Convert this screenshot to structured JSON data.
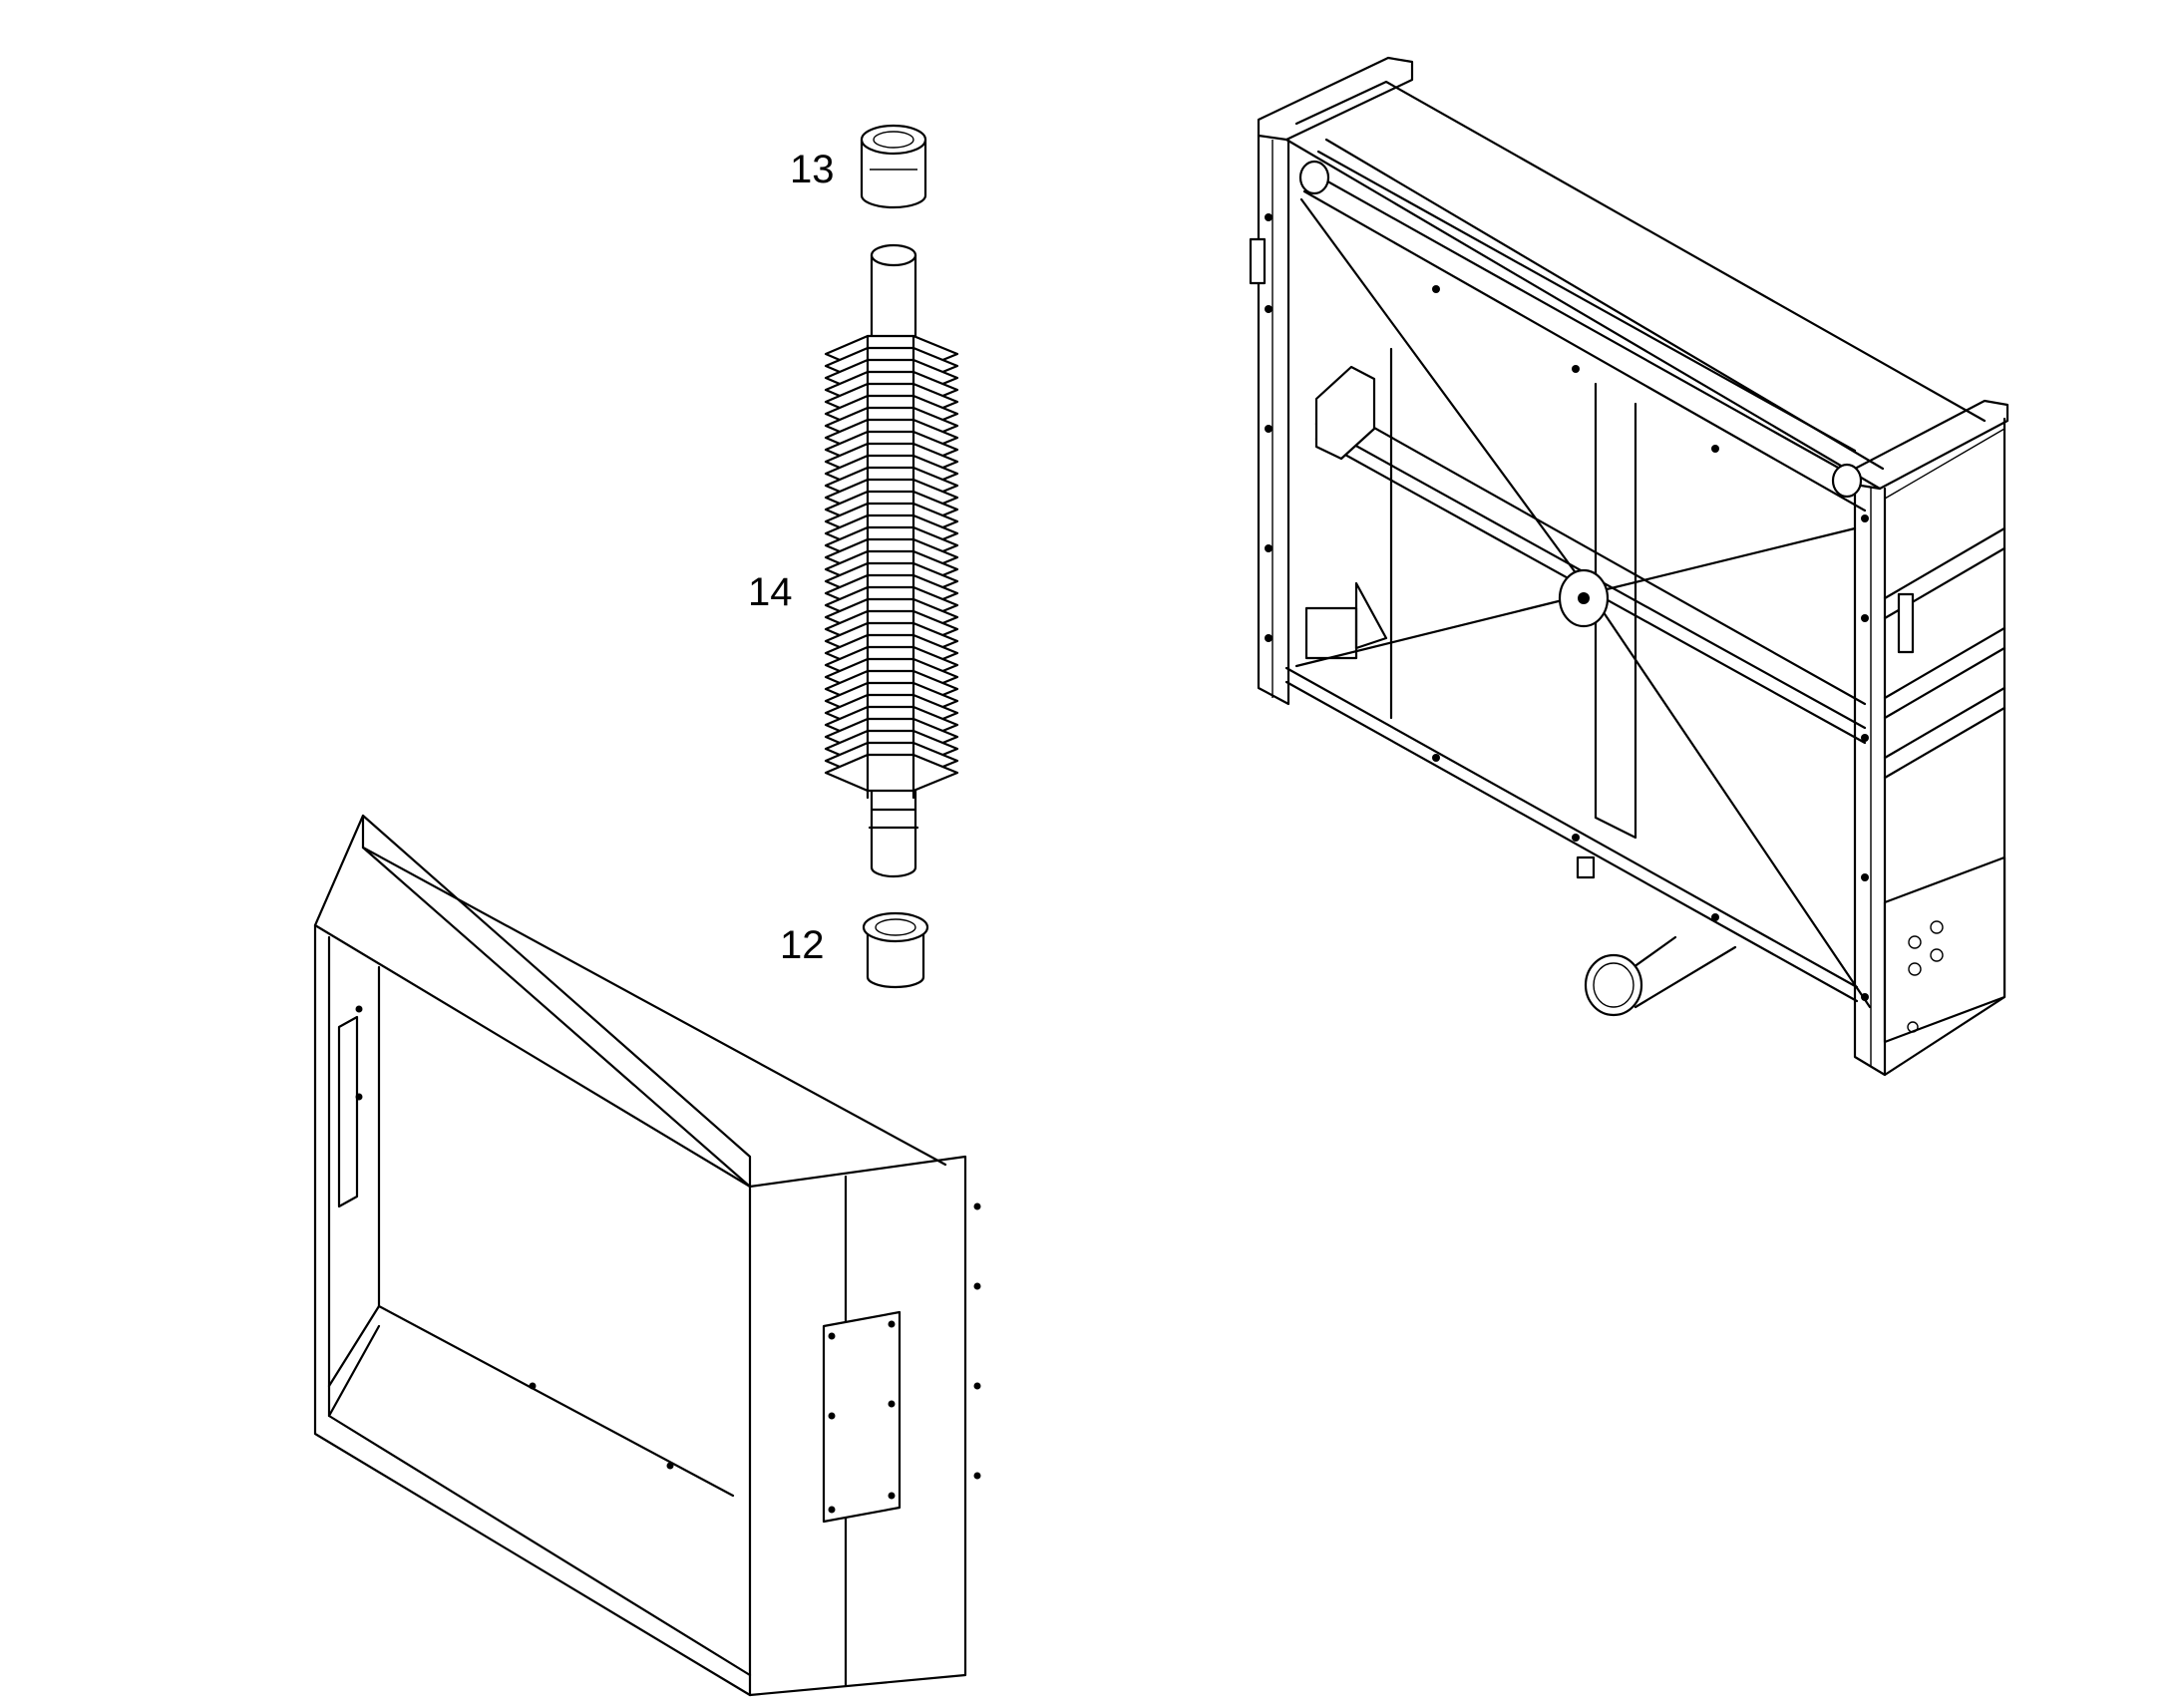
{
  "callouts": {
    "part_12": "12",
    "part_13": "13",
    "part_14": "14"
  },
  "colors": {
    "line": "#000000",
    "background": "#ffffff"
  }
}
